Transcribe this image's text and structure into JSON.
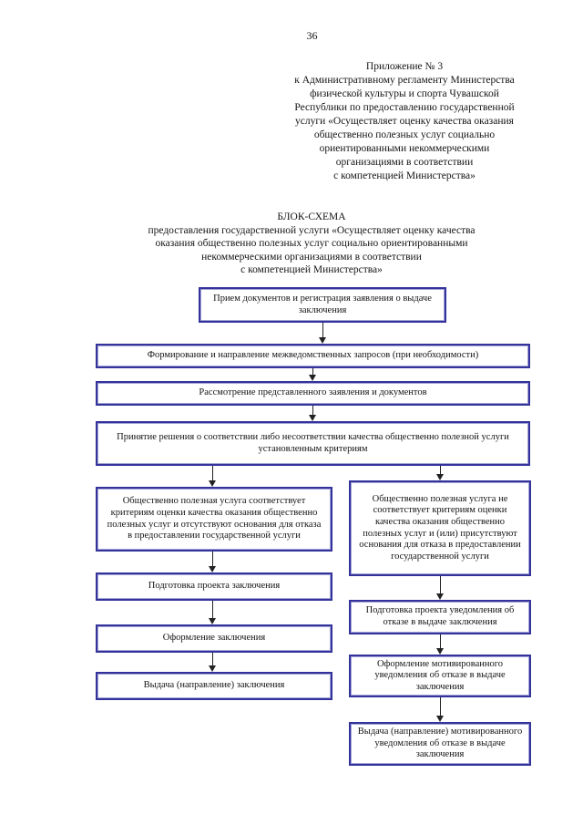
{
  "page": {
    "number": "36",
    "appendix_note": "Приложение № 3\nк Административному регламенту Министерства\nфизической культуры и спорта Чувашской\nРеспублики по предоставлению государственной\nуслуги «Осуществляет оценку качества оказания\nобщественно полезных услуг социально\nориентированными некоммерческими\nорганизациями в соответствии\nс компетенцией Министерства»",
    "scheme_title": "БЛОК-СХЕМА",
    "scheme_subtitle": "предоставления государственной услуги «Осуществляет оценку качества\nоказания общественно полезных услуг социально ориентированными\nнекоммерческими организациями в соответствии\nс компетенцией Министерства»"
  },
  "flowchart": {
    "boxes": {
      "reception": "Прием документов и регистрация заявления о выдаче заключения",
      "requests": "Формирование и направление межведомственных запросов (при необходимости)",
      "review": "Рассмотрение представленного заявления и документов",
      "decision": "Принятие решения о соответствии либо несоответствии качества общественно полезной услуги установленным критериям",
      "conforms": "Общественно полезная услуга соответствует критериям оценки качества оказания общественно полезных услуг и отсутствуют основания для отказа в предоставлении государственной услуги",
      "not_conforms": "Общественно полезная услуга не соответствует критериям оценки качества оказания общественно полезных услуг и (или) присутствуют основания для отказа в предоставлении государственной услуги",
      "draft_conclusion": "Подготовка проекта заключения",
      "execute_conclusion": "Оформление заключения",
      "issue_conclusion": "Выдача (направление) заключения",
      "draft_notice": "Подготовка проекта уведомления об отказе в выдаче заключения",
      "execute_notice": "Оформление мотивированного уведомления об отказе в выдаче заключения",
      "issue_notice": "Выдача (направление) мотивированного уведомления об отказе в выдаче заключения"
    }
  },
  "colors": {
    "box_border": "#33339b",
    "box_border_inner": "#a3a3d6",
    "arrow": "#222222",
    "text": "#141414",
    "background": "#ffffff"
  }
}
